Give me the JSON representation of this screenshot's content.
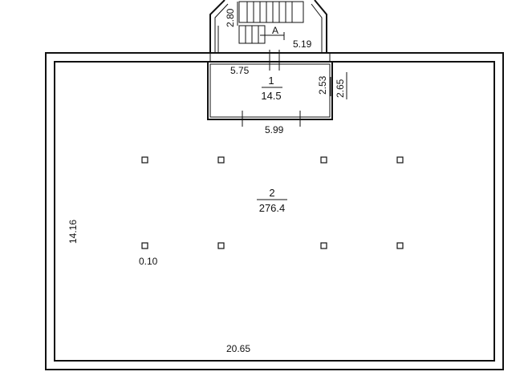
{
  "rooms": [
    {
      "number": "1",
      "area": "14.5"
    },
    {
      "number": "2",
      "area": "276.4"
    }
  ],
  "dimensions": {
    "stair_height": "2.80",
    "stair_label": "A",
    "stair_width": "5.19",
    "room1_top": "5.75",
    "room1_inner_height": "2.53",
    "room1_outer_height": "2.65",
    "room1_bottom": "5.99",
    "hall_height": "14.16",
    "hall_width": "20.65",
    "column_size": "0.10"
  }
}
